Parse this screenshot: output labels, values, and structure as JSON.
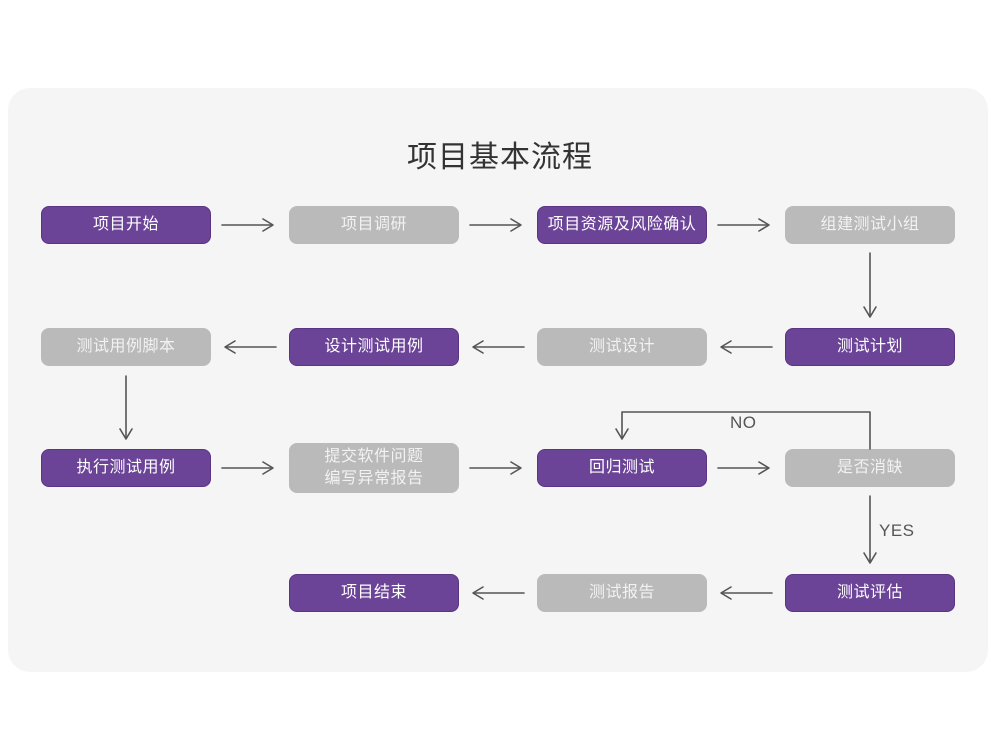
{
  "title": "项目基本流程",
  "colors": {
    "panel_bg": "#f5f5f5",
    "page_bg": "#ffffff",
    "accent_purple": "#6b4397",
    "accent_purple_border": "#5b3484",
    "muted_gray": "#bababa",
    "node_gray_text": "#f2f2f2",
    "arrow": "#555555",
    "title_text": "#333333"
  },
  "nodes": [
    {
      "id": "n1",
      "label": "项目开始",
      "style": "purple"
    },
    {
      "id": "n2",
      "label": "项目调研",
      "style": "gray"
    },
    {
      "id": "n3",
      "label": "项目资源及风险确认",
      "style": "purple"
    },
    {
      "id": "n4",
      "label": "组建测试小组",
      "style": "gray"
    },
    {
      "id": "n5",
      "label": "测试用例脚本",
      "style": "gray"
    },
    {
      "id": "n6",
      "label": "设计测试用例",
      "style": "purple"
    },
    {
      "id": "n7",
      "label": "测试设计",
      "style": "gray"
    },
    {
      "id": "n8",
      "label": "测试计划",
      "style": "purple"
    },
    {
      "id": "n9",
      "label": "执行测试用例",
      "style": "purple"
    },
    {
      "id": "n10",
      "label": "提交软件问题\n编写异常报告",
      "style": "gray"
    },
    {
      "id": "n11",
      "label": "回归测试",
      "style": "purple"
    },
    {
      "id": "n12",
      "label": "是否消缺",
      "style": "gray"
    },
    {
      "id": "n13",
      "label": "项目结束",
      "style": "purple"
    },
    {
      "id": "n14",
      "label": "测试报告",
      "style": "gray"
    },
    {
      "id": "n15",
      "label": "测试评估",
      "style": "purple"
    }
  ],
  "edge_labels": {
    "no": "NO",
    "yes": "YES"
  }
}
